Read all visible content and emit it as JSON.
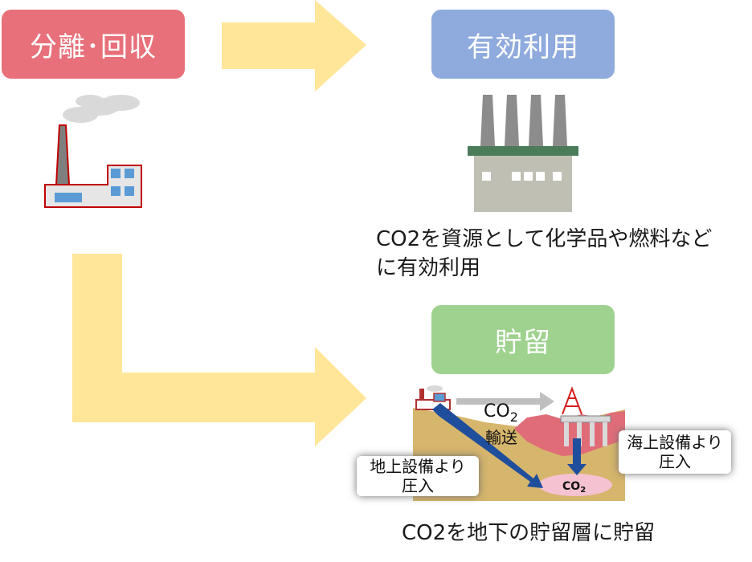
{
  "boxes": {
    "separation": "分離･回収",
    "utilization": "有効利用",
    "storage": "貯留"
  },
  "utilization_desc_line1": "CO2を資源として化学品や燃料など",
  "utilization_desc_line2": "に有効利用",
  "storage_desc": "CO2を地下の貯留層に貯留",
  "storage_illustration": {
    "transport_co2": "CO",
    "transport_co2_sub": "2",
    "transport_label": "輸送",
    "land_label_line1": "地上設備より",
    "land_label_line2": "圧入",
    "sea_label_line1": "海上設備より",
    "sea_label_line2": "圧入",
    "reservoir_co2": "CO",
    "reservoir_co2_sub": "2"
  },
  "colors": {
    "separation": "#e8707a",
    "utilization": "#8faadc",
    "storage": "#9fd28f",
    "arrow": "#ffe699"
  }
}
